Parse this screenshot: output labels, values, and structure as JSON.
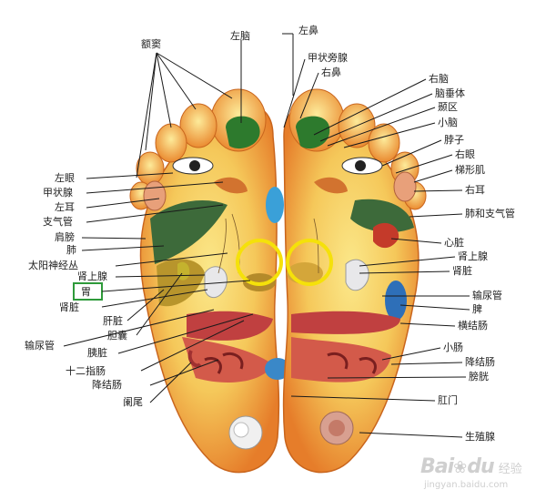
{
  "labels": {
    "e_dou": "额窦",
    "zuo_nao": "左脑",
    "zuo_bi": "左鼻",
    "jia_zhuang_pang_xian": "甲状旁腺",
    "you_bi": "右鼻",
    "you_nao": "右脑",
    "nao_chui_ti": "脑垂体",
    "nie_qu": "颞区",
    "xiao_nao": "小脑",
    "bo_zi": "脖子",
    "you_yan": "右眼",
    "ti_xing_ji": "梯形肌",
    "you_er": "右耳",
    "fei_he_zhi_qi_guan": "肺和支气管",
    "xin_zang": "心脏",
    "shen_shang_xian_r": "肾上腺",
    "shen_zang_r": "肾脏",
    "shu_niao_guan_r": "输尿管",
    "pi": "脾",
    "heng_jie_chang": "横结肠",
    "xiao_chang": "小肠",
    "jiang_jie_chang_r": "降结肠",
    "pang_guang": "膀胱",
    "gang_men": "肛门",
    "sheng_zhi_xian": "生殖腺",
    "zuo_yan": "左眼",
    "jia_zhuang_xian": "甲状腺",
    "zuo_er": "左耳",
    "zhi_qi_guan": "支气管",
    "jian_bang": "肩膀",
    "fei": "肺",
    "tai_yang_shen_jing_cong": "太阳神经丛",
    "shen_shang_xian_l": "肾上腺",
    "wei": "胃",
    "shen_zang_l": "肾脏",
    "gan_zang": "肝脏",
    "dan_nang": "胆囊",
    "shu_niao_guan_l": "输尿管",
    "yi_zang": "胰脏",
    "shi_er_zhi_chang": "十二指肠",
    "jiang_jie_chang_l": "降结肠",
    "lan_wei": "阑尾"
  },
  "watermark": {
    "logo_a": "Bai",
    "logo_b": "du",
    "logo_c": "经验",
    "url": "jingyan.baidu.com"
  },
  "colors": {
    "foot_outer": "#e8862a",
    "foot_inner": "#f7d86a",
    "highlight_circle": "#f5e10a",
    "stomach_box": "#2e9a3a",
    "leader_line": "#1a1a1a"
  }
}
